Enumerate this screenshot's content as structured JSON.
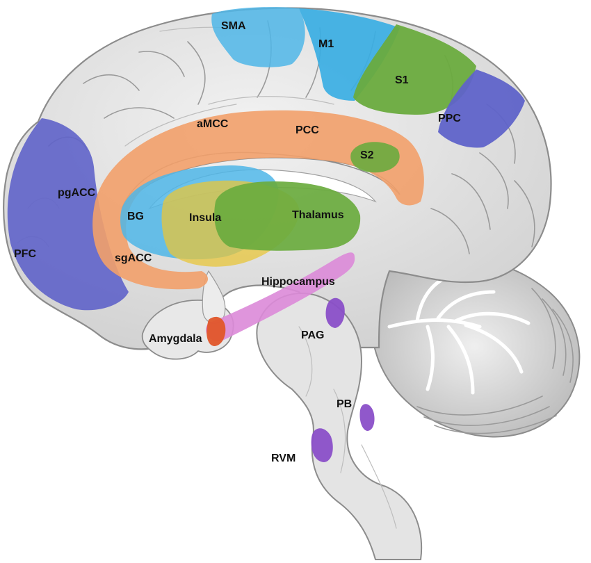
{
  "colors": {
    "background": "#ffffff",
    "brain": "#e6e6e6",
    "brain_outline": "#8c8c8c",
    "prefrontal_parietal": "#5f63c9",
    "motor_sma": "#4fb6e8",
    "somatosensory_thalamus": "#6aab3e",
    "cingulate": "#f2a06a",
    "insula": "#e8c53a",
    "hippocampus": "#dc8ad8",
    "amygdala": "#e0562a",
    "brainstem_nuclei": "#8a4fc8",
    "label_text": "#111111"
  },
  "labels": {
    "sma": "SMA",
    "m1": "M1",
    "s1": "S1",
    "ppc": "PPC",
    "amcc": "aMCC",
    "pcc": "PCC",
    "s2": "S2",
    "pgacc": "pgACC",
    "bg": "BG",
    "insula": "Insula",
    "thalamus": "Thalamus",
    "pfc": "PFC",
    "sgacc": "sgACC",
    "hippocampus": "Hippocampus",
    "amygdala": "Amygdala",
    "pag": "PAG",
    "pb": "PB",
    "rvm": "RVM"
  }
}
